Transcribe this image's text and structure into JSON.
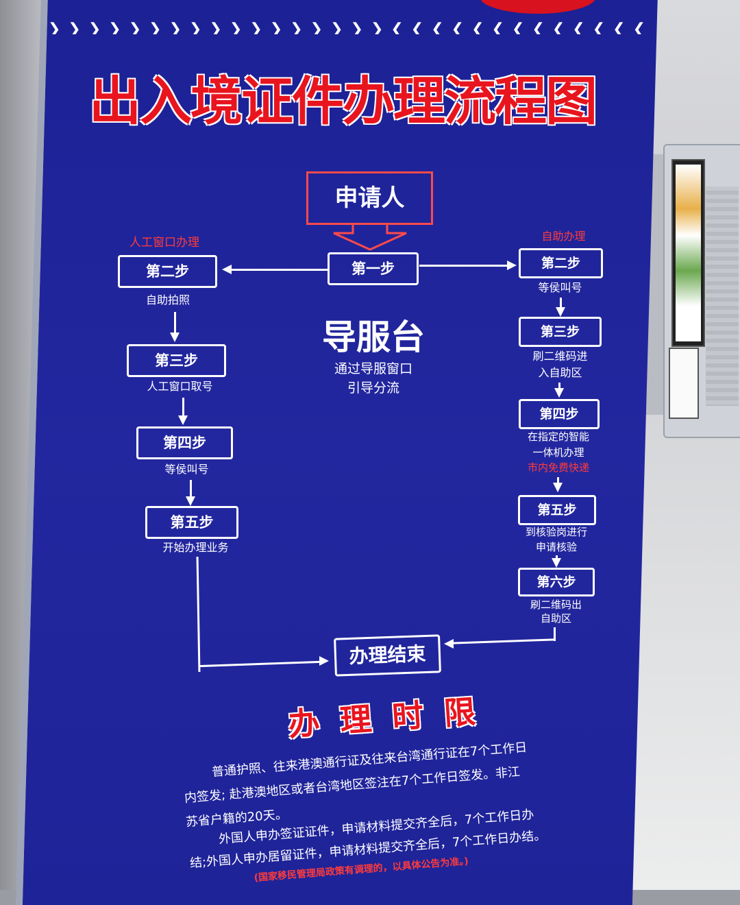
{
  "title": "出入境证件办理流程图",
  "applicant": "申请人",
  "step1": "第一步",
  "guide": {
    "title": "导服台",
    "line1": "通过导服窗口",
    "line2": "引导分流"
  },
  "left": {
    "header": "人工窗口办理",
    "steps": [
      {
        "label": "第二步",
        "desc": "自助拍照"
      },
      {
        "label": "第三步",
        "desc": "人工窗口取号"
      },
      {
        "label": "第四步",
        "desc": "等侯叫号"
      },
      {
        "label": "第五步",
        "desc": "开始办理业务"
      }
    ]
  },
  "right": {
    "header": "自助办理",
    "steps": [
      {
        "label": "第二步",
        "desc1": "等侯叫号",
        "desc2": ""
      },
      {
        "label": "第三步",
        "desc1": "刷二维码进",
        "desc2": "入自助区"
      },
      {
        "label": "第四步",
        "desc1": "在指定的智能",
        "desc2": "一体机办理"
      },
      {
        "label": "第五步",
        "desc1": "到核验岗进行",
        "desc2": "申请核验"
      },
      {
        "label": "第六步",
        "desc1": "刷二维码出",
        "desc2": "自助区"
      }
    ],
    "express_note": "市内免费快递"
  },
  "end": "办理结束",
  "limit": {
    "title": "办理时限",
    "lines": [
      "普通护照、往来港澳通行证及往来台湾通行证在7个工作日",
      "内签发; 赴港澳地区或者台湾地区签注在7个工作日签发。非江",
      "苏省户籍的20天。",
      "外国人申办签证证件，申请材料提交齐全后，7个工作日办",
      "结;外国人申办居留证件，申请材料提交齐全后，7个工作日办结。"
    ],
    "note": "(国家移民管理局政策有调理的，以具体公告为准。)"
  },
  "colors": {
    "board": "#20249a",
    "title_red": "#e8151f",
    "note_red": "#ff3b3b"
  }
}
